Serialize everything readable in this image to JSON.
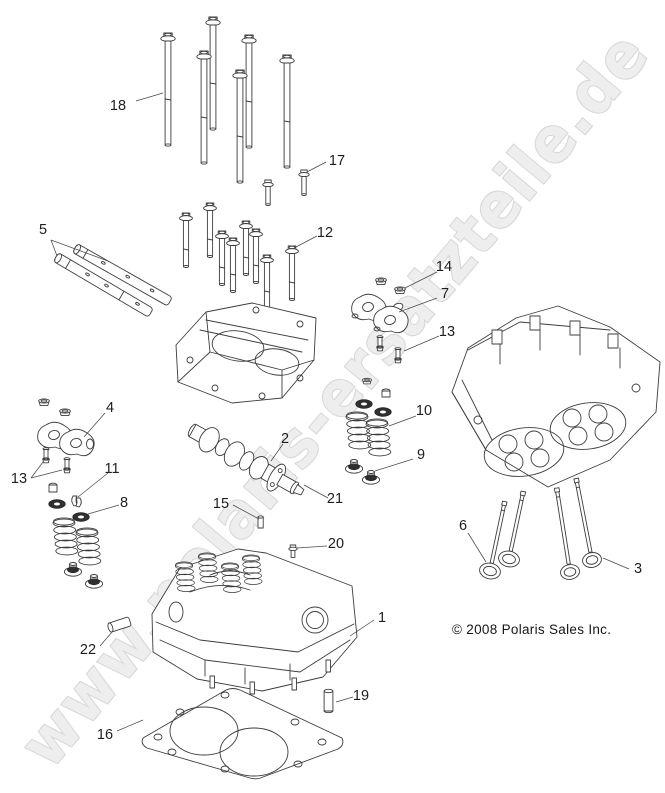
{
  "watermark": {
    "text": "www.polaris-ersatzteile.de",
    "fill_color": "#eeeeee",
    "outline_color": "#d7d7d7"
  },
  "footer": {
    "copyright": "© 2008 Polaris Sales Inc."
  },
  "diagram": {
    "type": "exploded-parts-diagram",
    "line_color": "#3d3d3d",
    "callouts": {
      "c1": "1",
      "c2": "2",
      "c3": "3",
      "c4": "4",
      "c5": "5",
      "c6": "6",
      "c7": "7",
      "c8": "8",
      "c9": "9",
      "c10": "10",
      "c11": "11",
      "c12": "12",
      "c13": "13",
      "c14": "14",
      "c15": "15",
      "c16": "16",
      "c17": "17",
      "c18": "18",
      "c19": "19",
      "c20": "20",
      "c21": "21",
      "c22": "22"
    }
  }
}
